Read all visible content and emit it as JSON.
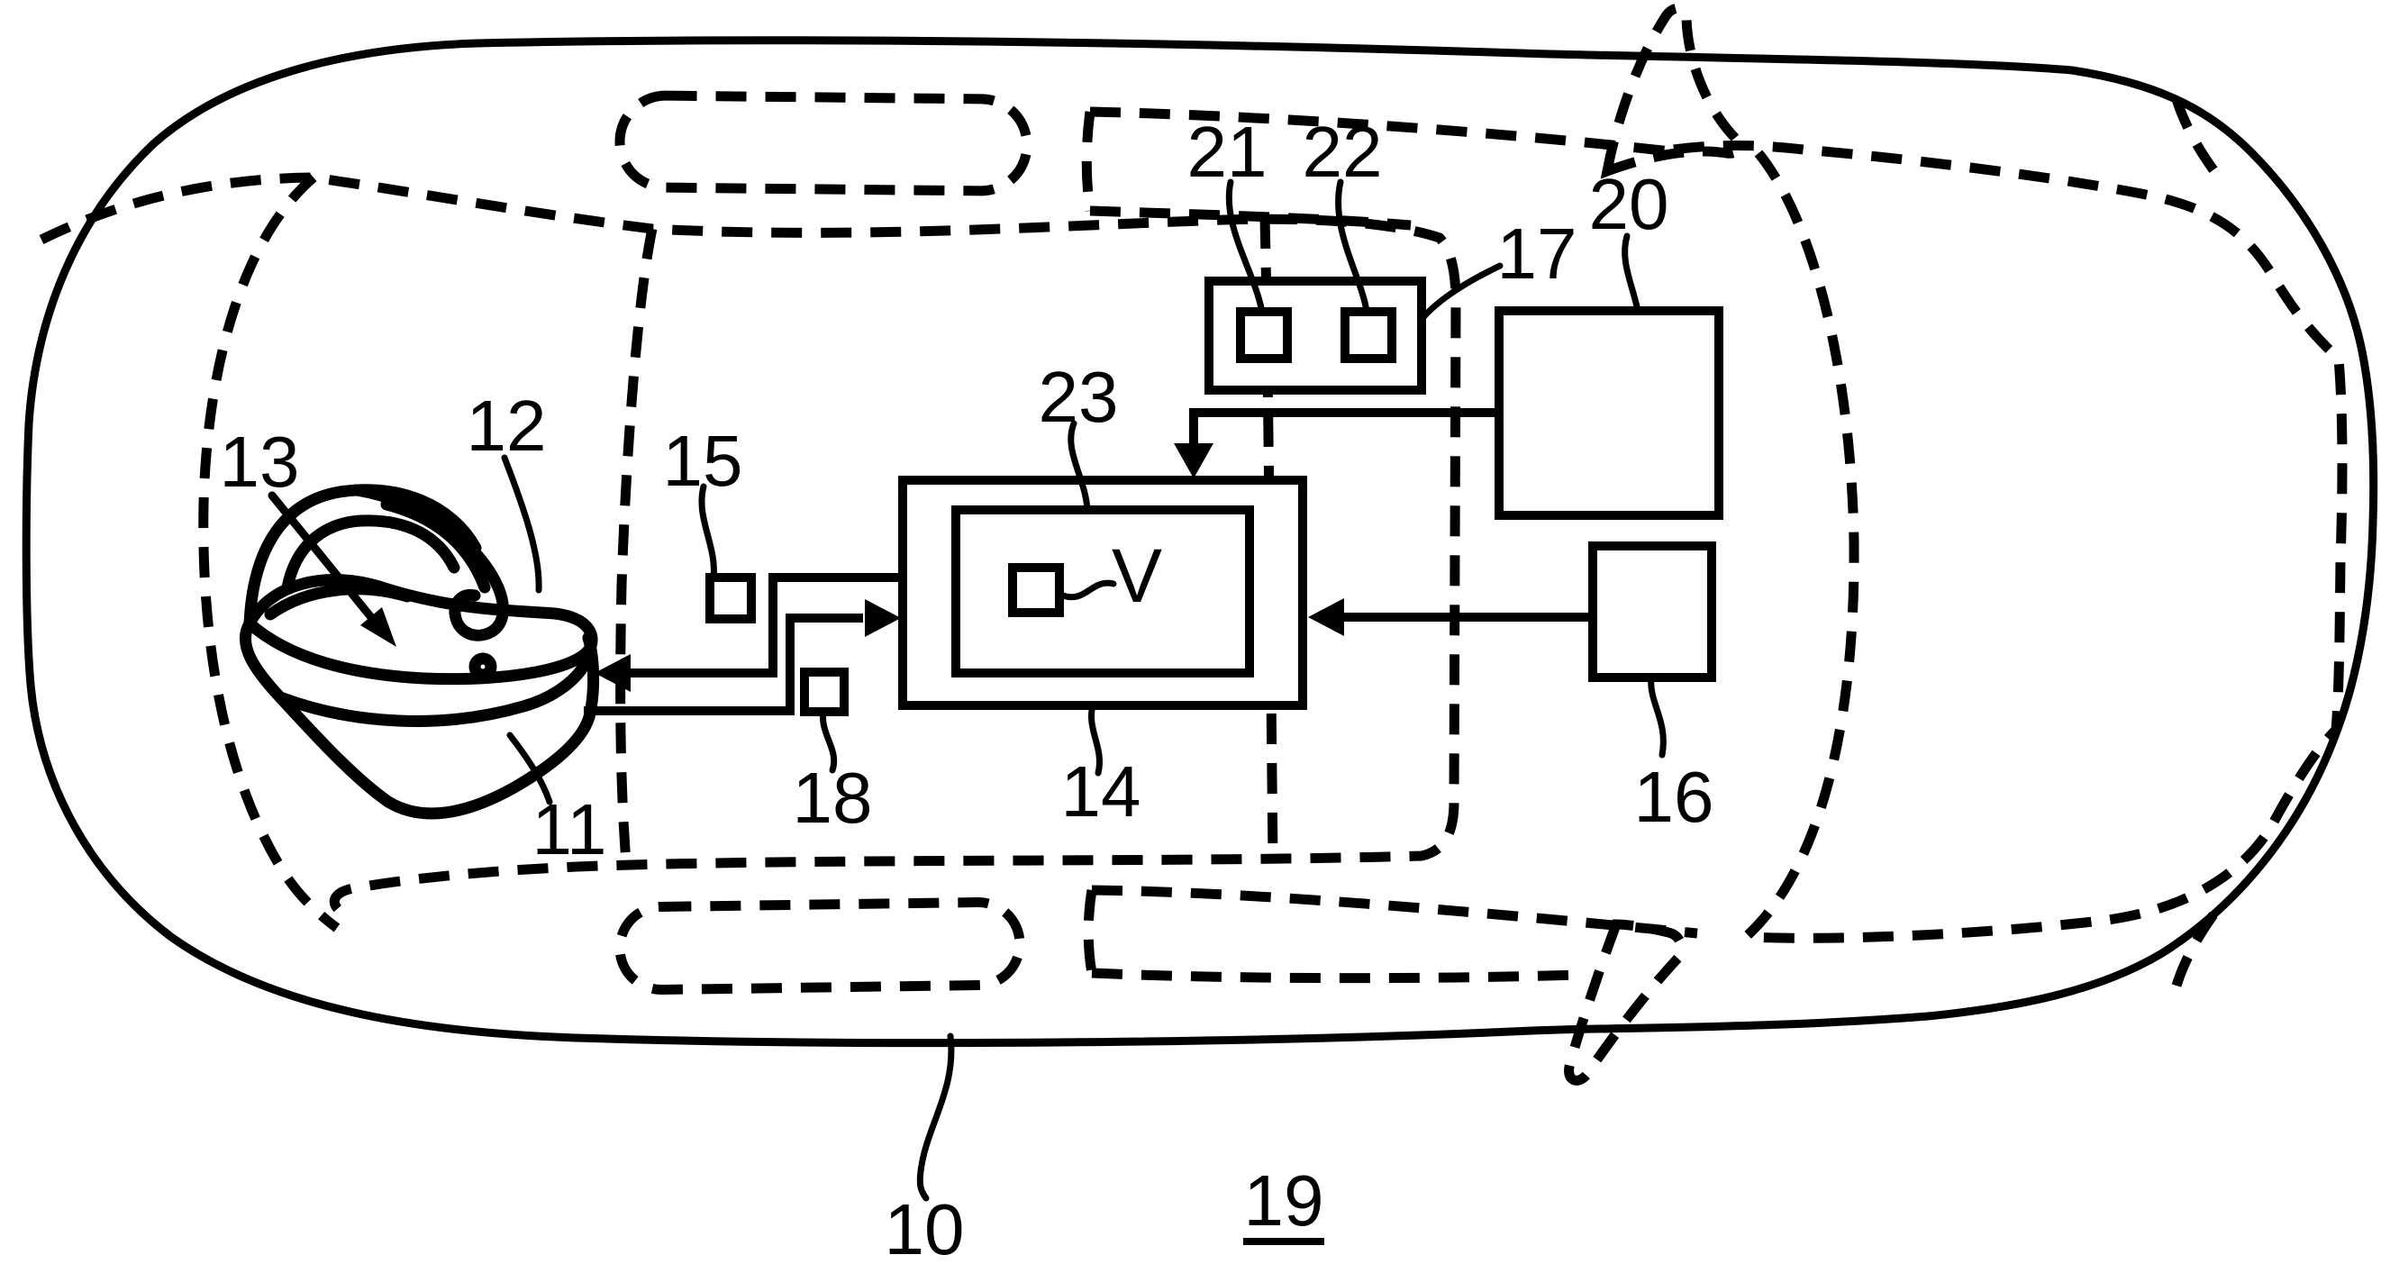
{
  "figure": {
    "background_color": "#ffffff",
    "line_color": "#000000",
    "labels": {
      "car": "10",
      "headset": "11",
      "strap": "12",
      "head_pointer": "13",
      "processing_unit": "14",
      "sensor_15": "15",
      "unit_16": "16",
      "module_17": "17",
      "sensor_18": "18",
      "figure_number": "19",
      "unit_20": "20",
      "sensor_21": "21",
      "sensor_22": "22",
      "display_23": "23",
      "view": "V"
    }
  }
}
